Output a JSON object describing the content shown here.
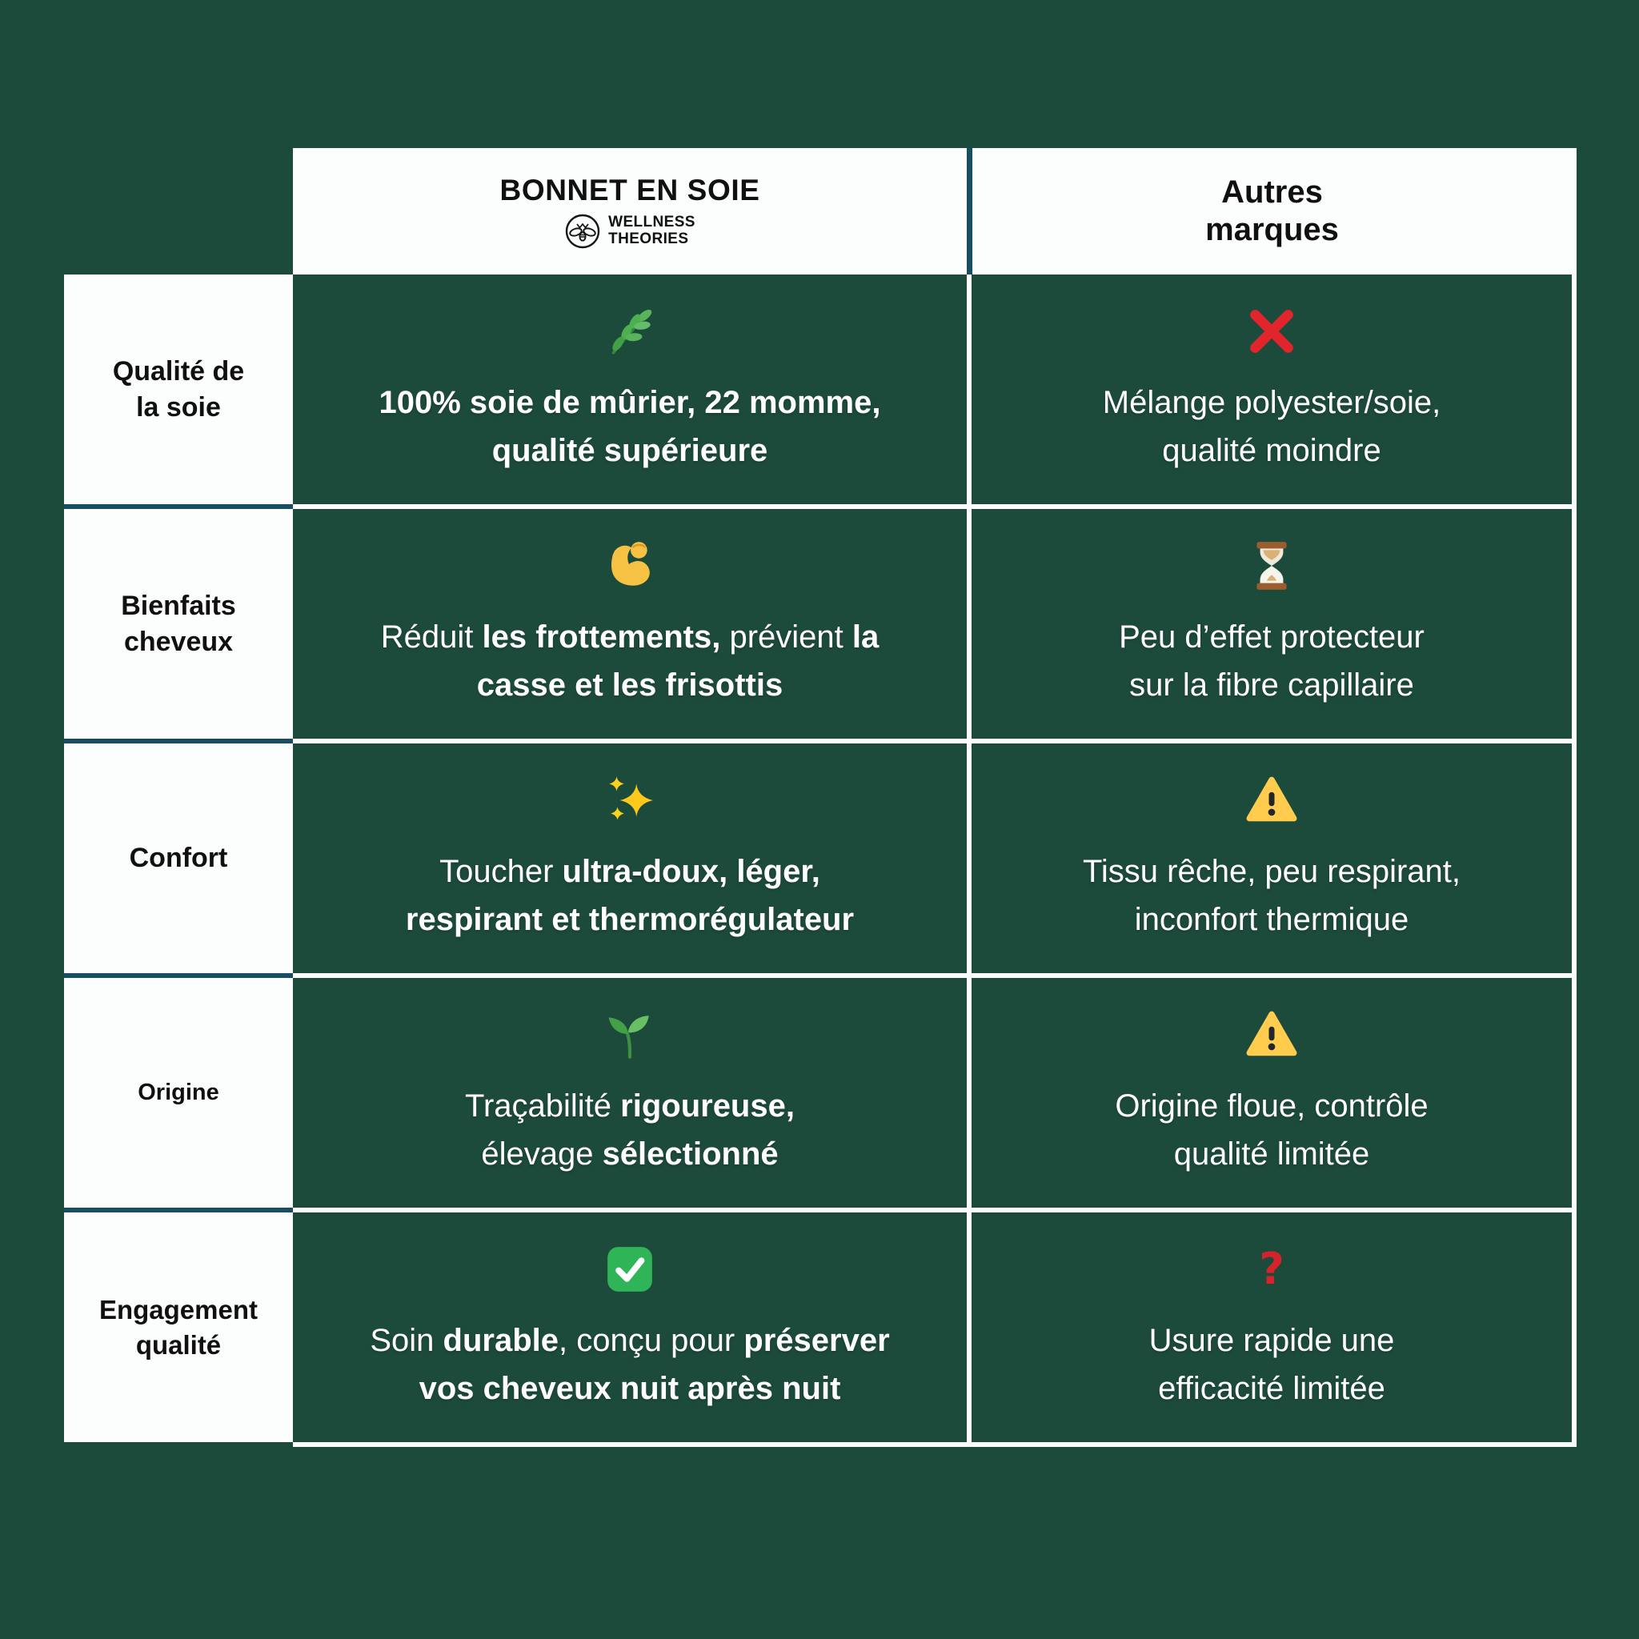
{
  "page": {
    "background_color": "#1d4b3b"
  },
  "colors": {
    "background_green": "#1d4b3b",
    "cell_green": "#1d4b3b",
    "divider_teal": "#174e62",
    "grid_white": "#fcfefd",
    "negative_red": "#e2242c",
    "warning_yellow": "#ffcc4d",
    "check_green": "#2fb457",
    "label_black": "#101010"
  },
  "table": {
    "header": {
      "brand_column": {
        "title": "BONNET EN SOIE",
        "logo_icon": "bee-logo-icon",
        "logo_lines": [
          "WELLNESS",
          "THEORIES"
        ]
      },
      "other_column": {
        "title": [
          "Autres",
          "marques"
        ]
      }
    },
    "rows": [
      {
        "label": [
          "Qualité de",
          "la soie"
        ],
        "brand": {
          "icon": "herb-icon",
          "segments": [
            {
              "t": "100% soie de mûrier, 22 momme,\nqualité supérieure",
              "b": true
            }
          ]
        },
        "other": {
          "icon": "cross-mark-icon",
          "segments": [
            {
              "t": "Mélange polyester/soie,\nqualité moindre"
            }
          ]
        }
      },
      {
        "label": [
          "Bienfaits",
          "cheveux"
        ],
        "brand": {
          "icon": "flexed-biceps-icon",
          "segments": [
            {
              "t": "Réduit "
            },
            {
              "t": "les frottements,",
              "b": true
            },
            {
              "t": " prévient "
            },
            {
              "t": "la\ncasse et les frisottis",
              "b": true
            }
          ]
        },
        "other": {
          "icon": "hourglass-icon",
          "segments": [
            {
              "t": "Peu d’effet protecteur\nsur la fibre capillaire"
            }
          ]
        }
      },
      {
        "label": [
          "Confort"
        ],
        "brand": {
          "icon": "sparkles-icon",
          "segments": [
            {
              "t": "Toucher "
            },
            {
              "t": "ultra-doux, léger,\nrespirant et thermorégulateur",
              "b": true
            }
          ]
        },
        "other": {
          "icon": "warning-icon",
          "segments": [
            {
              "t": "Tissu rêche, peu respirant,\ninconfort thermique"
            }
          ]
        }
      },
      {
        "label": [
          "Origine"
        ],
        "brand": {
          "icon": "seedling-icon",
          "segments": [
            {
              "t": "Traçabilité "
            },
            {
              "t": "rigoureuse,",
              "b": true
            },
            {
              "t": "\nélevage "
            },
            {
              "t": "sélectionné",
              "b": true
            }
          ]
        },
        "other": {
          "icon": "warning-icon",
          "segments": [
            {
              "t": "Origine floue, contrôle\nqualité limitée"
            }
          ]
        }
      },
      {
        "label": [
          "Engagement",
          "qualité"
        ],
        "brand": {
          "icon": "check-mark-icon",
          "segments": [
            {
              "t": "Soin "
            },
            {
              "t": "durable",
              "b": true
            },
            {
              "t": ", conçu pour "
            },
            {
              "t": "préserver\nvos cheveux nuit après nuit",
              "b": true
            }
          ]
        },
        "other": {
          "icon": "question-mark-icon",
          "segments": [
            {
              "t": "Usure rapide une\nefficacité limitée"
            }
          ]
        }
      }
    ]
  }
}
